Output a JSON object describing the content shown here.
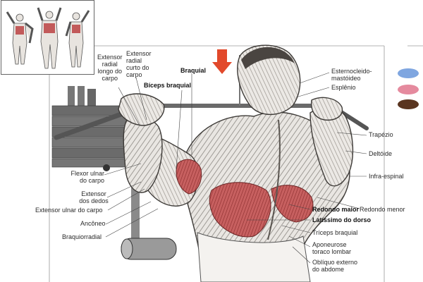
{
  "colors": {
    "legend": [
      "#7fa6e0",
      "#e58a9e",
      "#5a3520"
    ],
    "arrow": "#e2492b",
    "muscle_red": "#b94a4a",
    "line": "#444444",
    "frame": "#9a9a9a"
  },
  "icons": [
    "down-arrow-icon"
  ],
  "labels": {
    "extensor_radial_longo": [
      "Extensor",
      "radial",
      "longo do",
      "carpo"
    ],
    "extensor_radial_curto": [
      "Extensor",
      "radial",
      "curto do",
      "carpo"
    ],
    "braquial": "Braquial",
    "biceps_braquial": "Bíceps braquial",
    "esternocleido": [
      "Esternocleido-",
      "mastóideo"
    ],
    "esplenio": "Esplênio",
    "trapezio": "Trapézio",
    "deltoide": "Deltóide",
    "infra_espinal": "Infra-espinal",
    "flexor_ulnar": [
      "Flexor ulnar",
      "do carpo"
    ],
    "extensor_dedos": [
      "Extensor",
      "dos dedos"
    ],
    "extensor_ulnar": "Extensor ulnar do carpo",
    "anconeo": "Ancôneo",
    "braquiorradial": "Braquiorradial",
    "redondo_maior": "Redondo maior",
    "redondo_menor": "Redondo menor",
    "latissimo": "Latíssimo do dorso",
    "triceps": "Tríceps braquial",
    "aponeurose": [
      "Aponeurose",
      "toraco lombar"
    ],
    "obliquo": [
      "Oblíquo externo",
      "do abdome"
    ]
  }
}
